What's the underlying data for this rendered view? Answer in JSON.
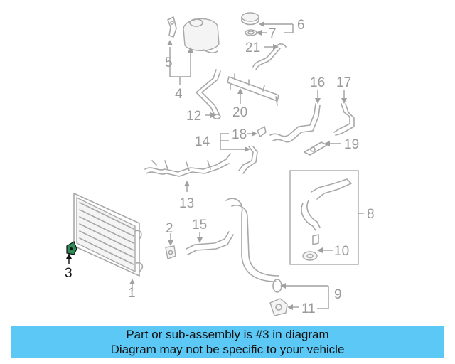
{
  "callouts": {
    "c1": "1",
    "c2": "2",
    "c3": "3",
    "c4": "4",
    "c5": "5",
    "c6": "6",
    "c7": "7",
    "c8": "8",
    "c9": "9",
    "c10": "10",
    "c11": "11",
    "c12": "12",
    "c13": "13",
    "c14": "14",
    "c15": "15",
    "c16": "16",
    "c17": "17",
    "c18": "18",
    "c19": "19",
    "c20": "20",
    "c21": "21"
  },
  "highlight": {
    "part": "3",
    "color": "#2e8b57"
  },
  "banner": {
    "line1": "Part or sub-assembly is #3 in diagram",
    "line2": "Diagram may not be specific to your vehicle",
    "background": "#5bc8f5"
  }
}
